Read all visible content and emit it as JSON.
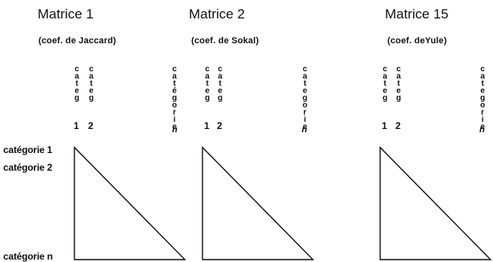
{
  "panels": [
    {
      "title": "Matrice 1",
      "subtitle": "(coef. de Jaccard)",
      "col1_letters": "categ",
      "col1_num": "1",
      "col2_letters": "categ",
      "col2_num": "2",
      "coln_letters": "catégorie",
      "coln_label": "n"
    },
    {
      "title": "Matrice 2",
      "subtitle": "(coef. de Sokal)",
      "col1_letters": "categ",
      "col1_num": "1",
      "col2_letters": "categ",
      "col2_num": "2",
      "coln_letters": "categorie",
      "coln_label": "n"
    },
    {
      "title": "Matrice 15",
      "subtitle": "(coef. deYule)",
      "col1_letters": "categ",
      "col1_num": "1",
      "col2_letters": "categ",
      "col2_num": "2",
      "coln_letters": "categorie",
      "coln_label": "n"
    }
  ],
  "rows": {
    "row1": "catégorie 1",
    "row2": "catégorie 2",
    "rown": "catégorie n"
  }
}
